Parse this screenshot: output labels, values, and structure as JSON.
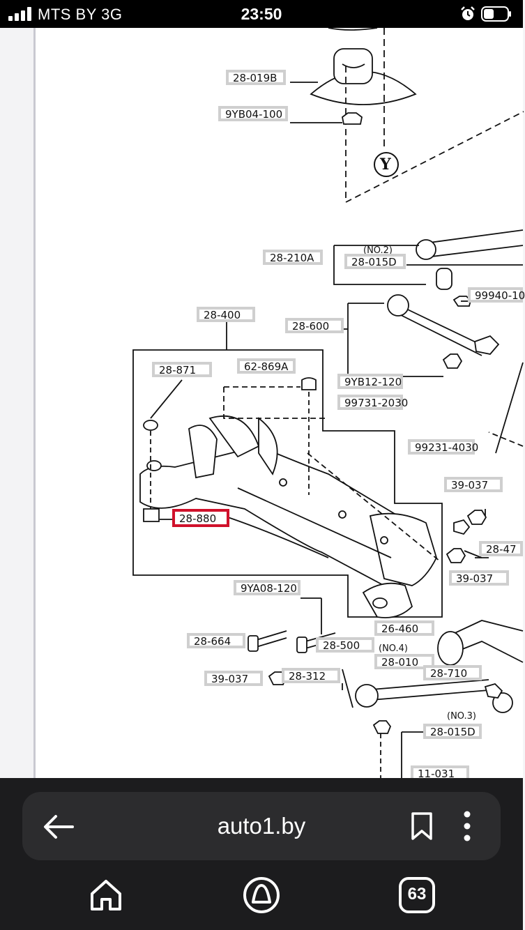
{
  "status_bar": {
    "carrier": "MTS BY   3G",
    "time": "23:50"
  },
  "diagram": {
    "labels": [
      {
        "id": "l1",
        "text": "28-019B"
      },
      {
        "id": "l2",
        "text": "9YB04-100"
      },
      {
        "id": "l3",
        "text": "28-210A"
      },
      {
        "id": "l4",
        "text": "28-015D"
      },
      {
        "id": "l5",
        "text": "99940-10"
      },
      {
        "id": "l6",
        "text": "28-400"
      },
      {
        "id": "l7",
        "text": "28-600"
      },
      {
        "id": "l8",
        "text": "28-871"
      },
      {
        "id": "l9",
        "text": "62-869A"
      },
      {
        "id": "l10",
        "text": "9YB12-120"
      },
      {
        "id": "l11",
        "text": "99731-2030"
      },
      {
        "id": "l12",
        "text": "99231-4030"
      },
      {
        "id": "l13",
        "text": "39-037"
      },
      {
        "id": "l14",
        "text": "28-880"
      },
      {
        "id": "l15",
        "text": "28-47"
      },
      {
        "id": "l16",
        "text": "39-037"
      },
      {
        "id": "l17",
        "text": "9YA08-120"
      },
      {
        "id": "l18",
        "text": "28-664"
      },
      {
        "id": "l19",
        "text": "28-500"
      },
      {
        "id": "l20",
        "text": "26-460"
      },
      {
        "id": "l21",
        "text": "28-010"
      },
      {
        "id": "l22",
        "text": "39-037"
      },
      {
        "id": "l23",
        "text": "28-312"
      },
      {
        "id": "l24",
        "text": "28-710"
      },
      {
        "id": "l25",
        "text": "28-015D"
      },
      {
        "id": "l26",
        "text": "11-031"
      }
    ],
    "callouts": {
      "ref_y": "Y",
      "no2": "(NO.2)",
      "no4": "(NO.4)",
      "no3": "(NO.3)"
    },
    "highlight_color": "#d0112b",
    "label_border_color": "#cfcfcf"
  },
  "browser": {
    "url": "auto1.by",
    "tab_count": "63",
    "icons": {
      "back": "back-arrow-icon",
      "bookmark": "bookmark-icon",
      "menu": "more-vertical-icon",
      "home": "home-icon",
      "assistant": "alice-icon",
      "tabs": "tabs-icon"
    }
  }
}
